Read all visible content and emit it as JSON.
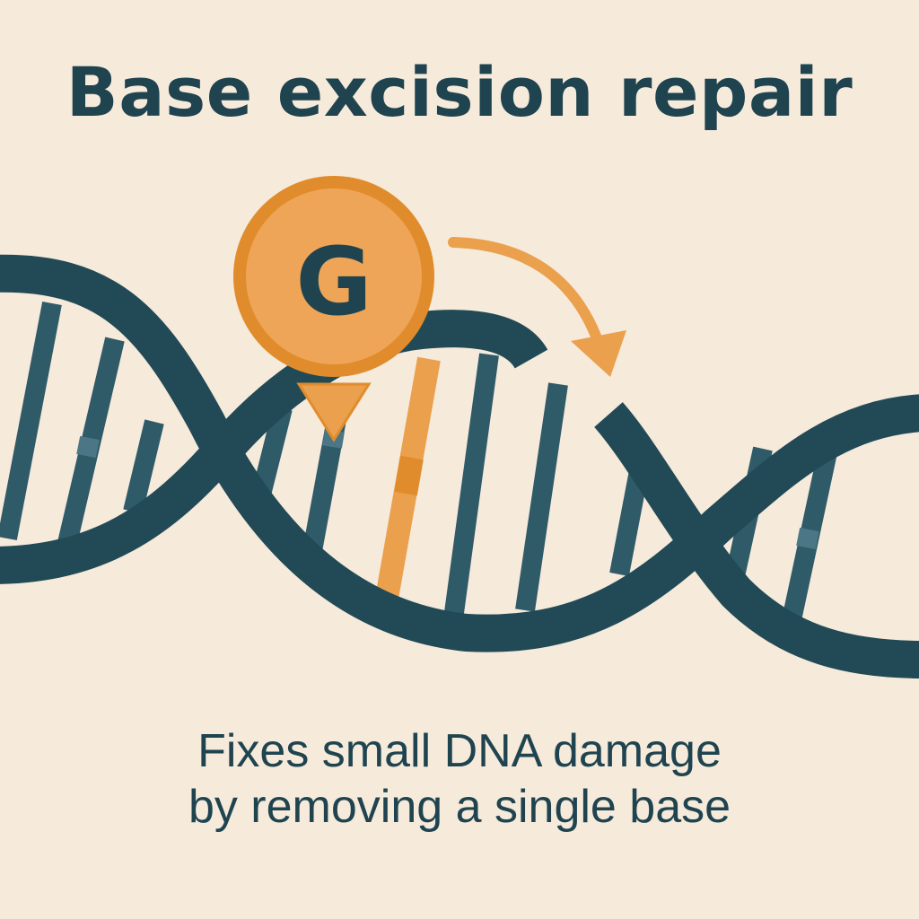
{
  "title": "Base excision repair",
  "marker": {
    "letter": "G"
  },
  "caption": {
    "line1": "Fixes small DNA damage",
    "line2": "by removing a single base"
  },
  "colors": {
    "background": "#f6eadb",
    "strand": "#214a56",
    "rung": "#2f5a68",
    "accent": "#eaa04d",
    "accent_dark": "#e08c2c",
    "text": "#1f4450"
  },
  "icons": [
    "location-pin-icon",
    "curved-arrow-icon"
  ]
}
